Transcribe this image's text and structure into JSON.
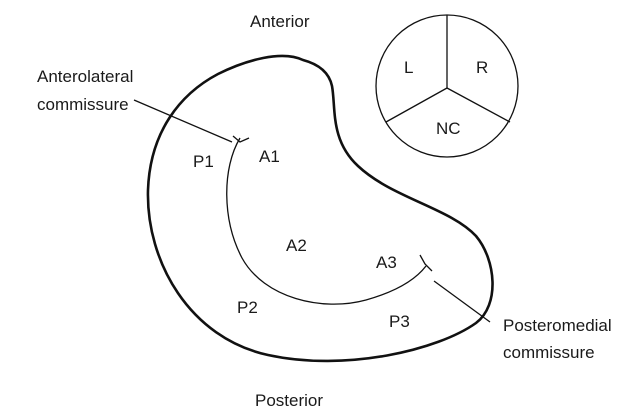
{
  "labels": {
    "anterior": "Anterior",
    "posterior": "Posterior",
    "anterolateral_line1": "Anterolateral",
    "anterolateral_line2": "commissure",
    "posteromedial_line1": "Posteromedial",
    "posteromedial_line2": "commissure"
  },
  "valve_scallops": {
    "p1": "P1",
    "p2": "P2",
    "p3": "P3",
    "a1": "A1",
    "a2": "A2",
    "a3": "A3"
  },
  "aortic_valve": {
    "left": "L",
    "right": "R",
    "noncoronary": "NC"
  }
}
